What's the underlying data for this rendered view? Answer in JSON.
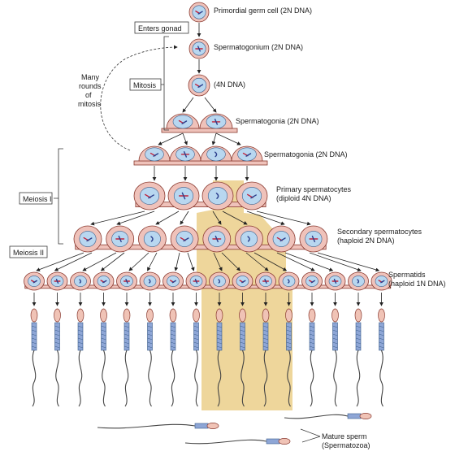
{
  "labels": {
    "primordial": "Primordial germ cell (2N DNA)",
    "enters_gonad": "Enters gonad",
    "spermatogonium": "Spermatogonium (2N DNA)",
    "many_rounds_1": "Many",
    "many_rounds_2": "rounds",
    "many_rounds_3": "of",
    "many_rounds_4": "mitosis",
    "mitosis": "Mitosis",
    "four_n": "(4N DNA)",
    "spermatogonia_a": "Spermatogonia (2N DNA)",
    "spermatogonia_b": "Spermatogonia (2N DNA)",
    "meiosis_1": "Meiosis I",
    "primary_1": "Primary spermatocytes",
    "primary_2": "(diploid 4N DNA)",
    "secondary_1": "Secondary spermatocytes",
    "secondary_2": "(haploid 2N DNA)",
    "meiosis_2": "Meiosis II",
    "spermatids_1": "Spermatids",
    "spermatids_2": "(haploid 1N DNA)",
    "mature_1": "Mature sperm",
    "mature_2": "(Spermatozoa)"
  },
  "colors": {
    "highlight": "#ebcf8a",
    "cell_fill": "#efc2ba",
    "nucleus_fill": "#b8d7f0",
    "chromosome_red": "#c0213a",
    "chromosome_blue": "#2b3e8c",
    "sperm_midpiece": "#8ea6d6",
    "sperm_head": "#f0c3b6"
  },
  "counts": {
    "spermatogonia_row": 4,
    "primary_spermatocytes": 4,
    "secondary_spermatocytes": 8,
    "spermatids": 16,
    "mature_sperm": 3
  }
}
